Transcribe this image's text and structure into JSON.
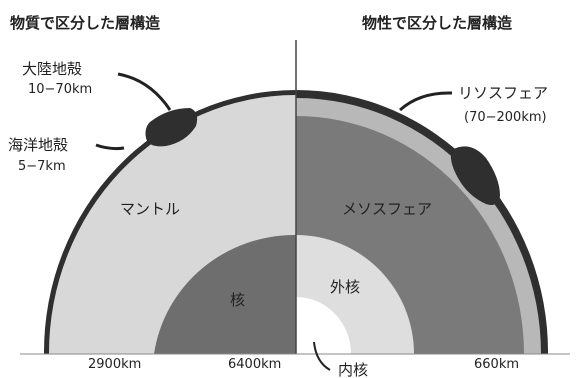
{
  "headings": {
    "left": "物質で区分した層構造",
    "right": "物性で区分した層構造"
  },
  "left_labels": {
    "continental_crust": "大陸地殻",
    "continental_crust_thickness": "10−70km",
    "oceanic_crust": "海洋地殻",
    "oceanic_crust_thickness": "5−7km",
    "mantle": "マントル",
    "core": "核"
  },
  "right_labels": {
    "lithosphere": "リソスフェア",
    "lithosphere_thickness": "(70−200km)",
    "mesosphere": "メソスフェア",
    "outer_core": "外核",
    "inner_core": "内核"
  },
  "scale_labels": {
    "core_radius": "2900km",
    "earth_radius": "6400km",
    "depth_660": "660km"
  },
  "colors": {
    "crust": "#3a3a3a",
    "mantle": "#d8d8d8",
    "core": "#6e6e6e",
    "mesosphere": "#7a7a7a",
    "asthenosphere": "#b8b8b8",
    "outer_core": "#dedede",
    "inner_core": "#ffffff"
  }
}
